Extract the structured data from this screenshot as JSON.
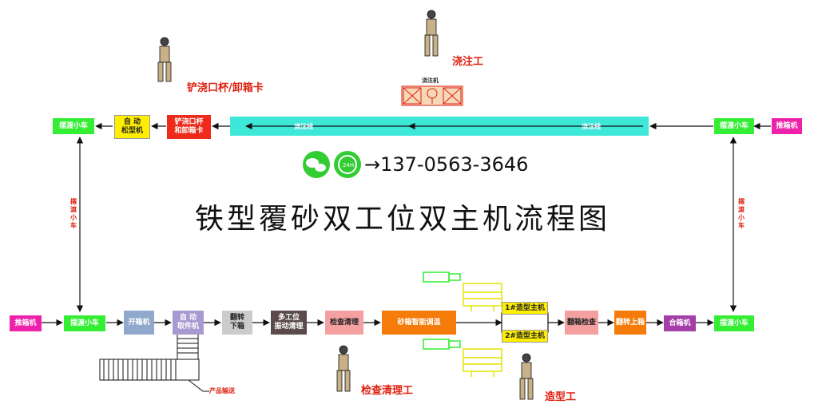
{
  "title": "铁型覆砂双工位双主机流程图",
  "phone": "→137-0563-3646",
  "top_row": {
    "transfer_left": "摆渡小车",
    "auto_loose": "自 动\n松型机",
    "shovel_unload": "铲浇口杯\n和卸箱卡",
    "pour_line_left": "浇注线",
    "pour_line_right": "浇注线",
    "transfer_right": "摆渡小车",
    "push_right": "推箱机",
    "pour_machine": "浇注机"
  },
  "bottom_row": {
    "push_left": "推箱机",
    "transfer_left": "摆渡小车",
    "opener": "开箱机",
    "auto_take": "自 动\n取件机",
    "flip_down": "翻转\n下箱",
    "multi_vibrate": "多工位\n振动清理",
    "inspect_clean": "检查清理",
    "sand_temp": "砂箱智能调温",
    "molding_1": "1#造型主机",
    "molding_2": "2#造型主机",
    "flip_inspect": "翻箱检查",
    "flip_up": "翻转上箱",
    "closer": "合箱机",
    "transfer_right": "摆渡小车",
    "product_out": "产品输送"
  },
  "side_labels": {
    "left": "摆渡小车",
    "right": "摆渡小车"
  },
  "workers": {
    "shovel": "铲浇口杯/卸箱卡",
    "pour": "浇注工",
    "inspect": "检查清理工",
    "molding": "造型工"
  },
  "colors": {
    "arrow": "#111111",
    "pour_line": "#3ee8d8",
    "label_red": "#e02010"
  },
  "icons": [
    "wechat-icon",
    "phone-24h-icon",
    "worker-icon"
  ]
}
